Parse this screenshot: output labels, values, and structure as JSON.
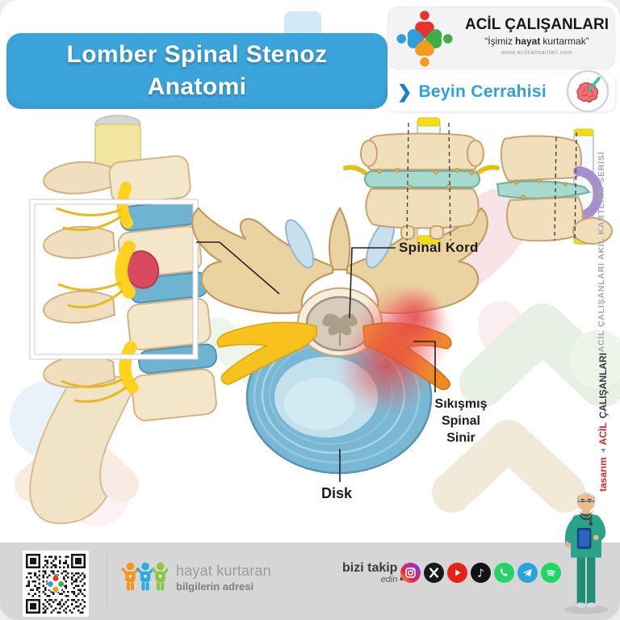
{
  "colors": {
    "banner_blue": "#3BA4DA",
    "category_blue": "#2E9FDF",
    "brand_red": "#E0262C",
    "footer_gray": "#D6D6D7",
    "logo_red": "#E6342A",
    "logo_blue": "#2E9FD8",
    "logo_green": "#3FAE49",
    "logo_orange": "#F49B1B",
    "disc_blue": "#79B8D4",
    "bone_beige": "#EBD3A1",
    "nerve_yellow": "#F7C11E",
    "inflamed_red": "#D94A5E"
  },
  "header": {
    "title_line1": "Lomber Spinal Stenoz",
    "title_line2": "Anatomi",
    "brand_name": "ACİL ÇALIŞANLARI",
    "tagline_open": "“İşimiz",
    "tagline_bold": "hayat",
    "tagline_close": "kurtarmak”",
    "website": "www.acilcalisanlari.com",
    "category_label": "Beyin Cerrahisi",
    "chevron_glyph": "❯"
  },
  "diagram": {
    "label_spinal_cord": "Spinal Kord",
    "label_compressed_nerve": [
      "Sıkışmış",
      "Spinal",
      "Sinir"
    ],
    "label_disc": "Disk"
  },
  "side_captions": {
    "series": "ACİL ÇALIŞANLARI AKIL KARTLARI SERİSİ",
    "design_prefix": "tasarım",
    "design_brand_first": "ACİL",
    "design_brand_rest": "ÇALIŞANLARI"
  },
  "footer": {
    "slogan_line1": "hayat kurtaran",
    "slogan_line2": "bilgilerin adresi",
    "follow_line1": "bizi takip",
    "follow_line2": "edin",
    "follow_mark": "!",
    "social_icons": [
      "instagram",
      "x",
      "youtube",
      "tiktok",
      "whatsapp",
      "telegram",
      "spotify"
    ]
  },
  "icons": {
    "logo": "pinwheel-logo",
    "category": "brain-icon",
    "chevron": "chevron-right-icon",
    "qr": "qr-code",
    "people": "people-icon"
  }
}
